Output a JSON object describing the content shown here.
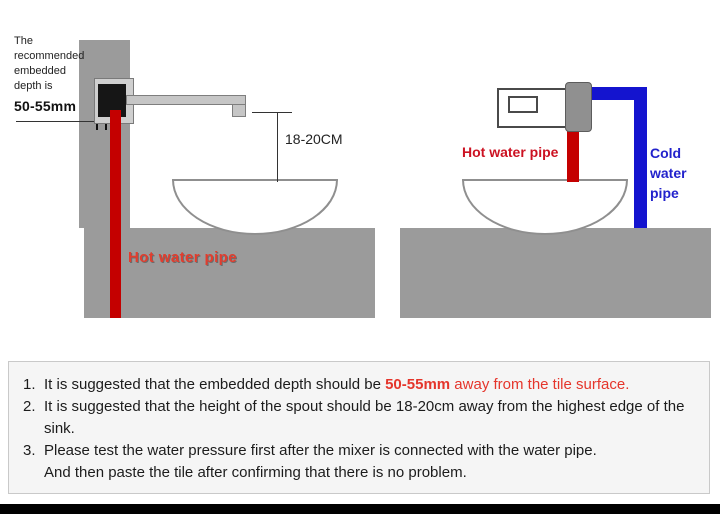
{
  "left": {
    "note": "The recommended embedded depth is",
    "depth": "50-55mm",
    "spout_height": "18-20CM",
    "hot_pipe_label": "Hot water pipe"
  },
  "right": {
    "hot_pipe_label": "Hot water pipe",
    "cold_line1": "Cold",
    "cold_line2": "water",
    "cold_line3": "pipe"
  },
  "notes": {
    "n1_num": "1.",
    "n1_a": "It is suggested that the embedded depth should be ",
    "n1_b": "50-55mm",
    "n1_c": " away from the tile surface.",
    "n2_num": "2.",
    "n2": "It is suggested that the height of the spout should be 18-20cm away from the highest edge of the sink.",
    "n3_num": "3.",
    "n3_l1": "Please test the water pressure first after the mixer is connected with the water pipe.",
    "n3_l2": "And then paste the tile after confirming that there is no problem."
  },
  "colors": {
    "hot_pipe": "#c40000",
    "cold_pipe": "#1414cf",
    "highlight_red": "#e5352b",
    "gray_surface": "#9b9b9b"
  }
}
